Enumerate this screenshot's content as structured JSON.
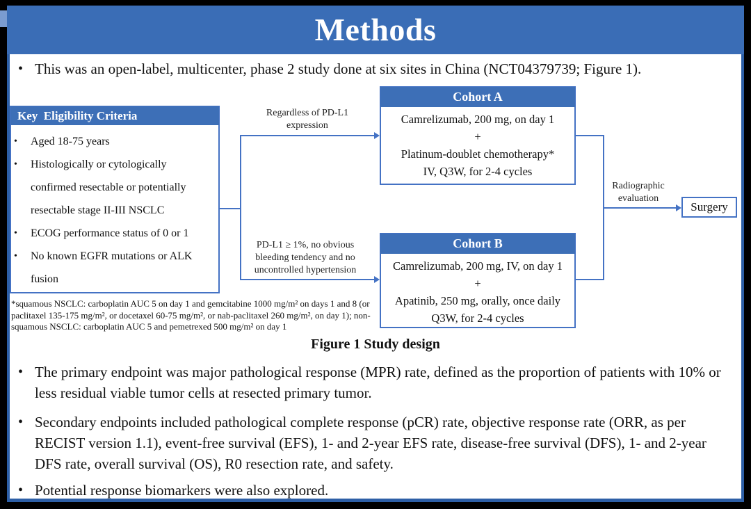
{
  "title": "Methods",
  "glyphs": {
    "bullet": "•"
  },
  "intro_bullet": "This was an open-label, multicenter, phase 2 study done at six sites in China (NCT04379739; Figure 1).",
  "diagram": {
    "eligibility": {
      "header": "Key  Eligibility Criteria",
      "items": [
        "Aged 18-75 years",
        "Histologically or cytologically confirmed resectable or potentially resectable stage II-III NSCLC",
        "ECOG performance status of 0 or 1",
        "No known EGFR mutations or ALK fusion"
      ]
    },
    "branch_top_label": "Regardless of PD-L1 expression",
    "branch_bottom_label": "PD-L1 ≥ 1%, no obvious bleeding tendency and no uncontrolled hypertension",
    "cohort_a": {
      "header": "Cohort A",
      "lines": [
        "Camrelizumab, 200 mg, on day 1",
        "+",
        "Platinum-doublet chemotherapy*",
        "IV, Q3W, for 2-4 cycles"
      ]
    },
    "cohort_b": {
      "header": "Cohort B",
      "lines": [
        "Camrelizumab, 200 mg, IV, on day 1",
        "+",
        "Apatinib, 250 mg, orally, once daily",
        "Q3W, for 2-4 cycles"
      ]
    },
    "evaluation_label": "Radiographic evaluation",
    "surgery_label": "Surgery",
    "footnote": "*squamous NSCLC: carboplatin AUC 5 on day 1 and gemcitabine 1000 mg/m² on days 1 and 8 (or paclitaxel 135-175 mg/m², or docetaxel 60-75 mg/m², or nab-paclitaxel 260 mg/m², on day 1); non-squamous NSCLC: carboplatin AUC 5 and pemetrexed 500 mg/m² on day 1",
    "caption": "Figure 1 Study design"
  },
  "bullets": [
    "The primary endpoint was major pathological response (MPR) rate, defined as the proportion of patients with 10% or less residual viable tumor cells at resected primary tumor.",
    "Secondary endpoints included pathological complete response (pCR) rate, objective response rate (ORR, as per RECIST version 1.1), event-free survival (EFS), 1- and 2-year EFS rate, disease-free survival (DFS), 1- and 2-year DFS rate, overall survival (OS), R0 resection rate, and safety.",
    "Potential response biomarkers were also explored."
  ],
  "colors": {
    "band_blue": "#3a6db6",
    "header_blue": "#3d6fb7",
    "line_blue": "#4472c4",
    "frame_blue": "#2d5fa6"
  }
}
